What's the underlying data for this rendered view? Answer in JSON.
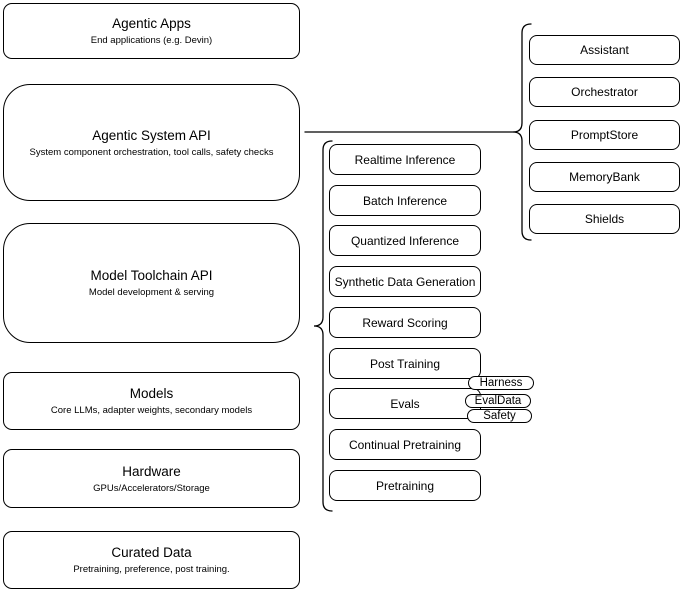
{
  "diagram": {
    "left_column": {
      "boxes": [
        {
          "title": "Agentic Apps",
          "subtitle": "End applications (e.g. Devin)"
        },
        {
          "title": "Agentic System API",
          "subtitle": "System component orchestration, tool calls, safety checks"
        },
        {
          "title": "Model Toolchain API",
          "subtitle": "Model development & serving"
        },
        {
          "title": "Models",
          "subtitle": "Core LLMs, adapter weights, secondary models"
        },
        {
          "title": "Hardware",
          "subtitle": "GPUs/Accelerators/Storage"
        },
        {
          "title": "Curated Data",
          "subtitle": "Pretraining, preference, post training."
        }
      ]
    },
    "toolchain_nodes": [
      "Realtime Inference",
      "Batch Inference",
      "Quantized Inference",
      "Synthetic Data Generation",
      "Reward Scoring",
      "Post Training",
      "Evals",
      "Continual Pretraining",
      "Pretraining"
    ],
    "eval_pills": [
      "Harness",
      "EvalData",
      "Safety"
    ],
    "system_nodes": [
      "Assistant",
      "Orchestrator",
      "PromptStore",
      "MemoryBank",
      "Shields"
    ],
    "colors": {
      "stroke": "#000000",
      "fill": "#ffffff",
      "background": "#ffffff"
    }
  }
}
